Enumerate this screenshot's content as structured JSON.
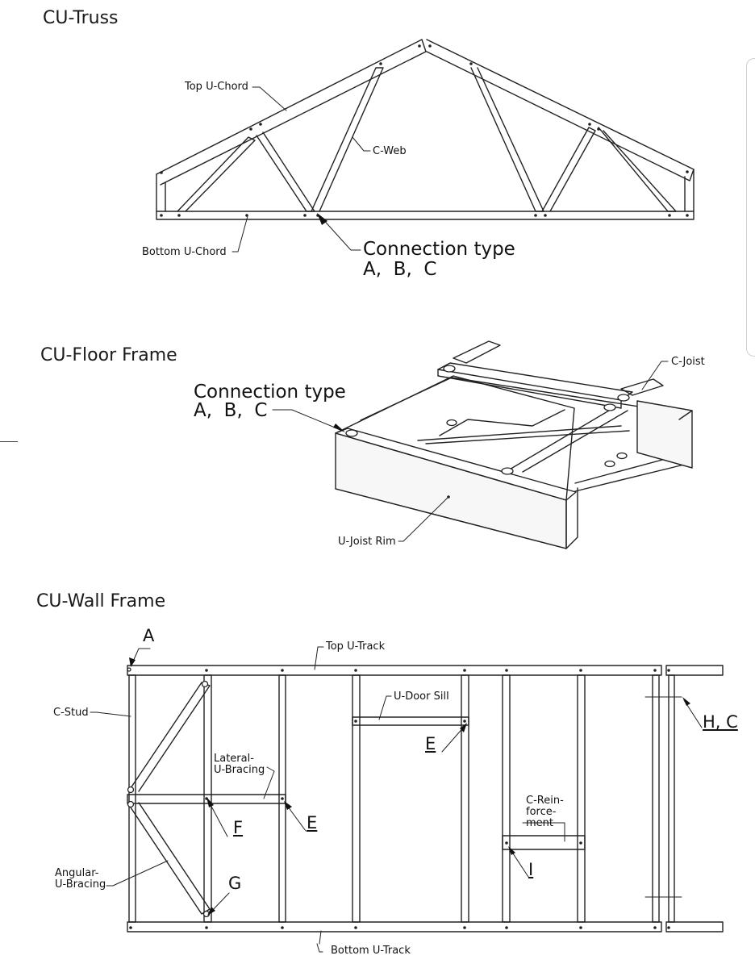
{
  "sections": [
    {
      "title": "CU-Truss"
    },
    {
      "title": "CU-Floor Frame"
    },
    {
      "title": "CU-Wall Frame"
    }
  ],
  "truss": {
    "top_chord": "Top U-Chord",
    "web": "C-Web",
    "bottom_chord": "Bottom U-Chord",
    "connection_line1": "Connection type",
    "connection_line2": "A,  B,  C"
  },
  "floor": {
    "connection_line1": "Connection type",
    "connection_line2": "A,  B,  C",
    "joist": "C-Joist",
    "rim": "U-Joist Rim"
  },
  "wall": {
    "top_track": "Top U-Track",
    "door_sill": "U-Door Sill",
    "stud": "C-Stud",
    "lateral_bracing": "Lateral-\nU-Bracing",
    "reinforcement": "C-Rein-\nforce-\nment",
    "angular_bracing": "Angular-\nU-Bracing",
    "bottom_track": "Bottom U-Track",
    "letters": {
      "a": "A",
      "e1": "E",
      "e2": "E",
      "f": "F",
      "g": "G",
      "i": "I",
      "hc": "H, C"
    }
  }
}
